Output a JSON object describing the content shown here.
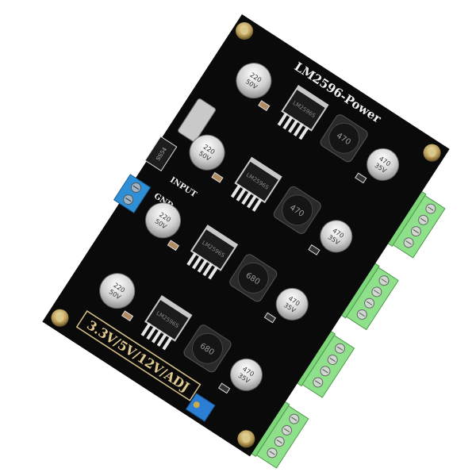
{
  "board": {
    "title": "LM2596-Power",
    "voltages": "3.3V/5V/12V/ADJ",
    "input_label": "INPUT",
    "gnd_label": "GND",
    "diode_label": "SS54",
    "colors": {
      "pcb": "#0a0a0a",
      "terminal_output": "#7ed67a",
      "terminal_input": "#2f8fd6",
      "trimmer": "#2a7fd4"
    }
  },
  "input_caps": [
    {
      "value": "220",
      "voltage": "50V"
    },
    {
      "value": "220",
      "voltage": "50V"
    },
    {
      "value": "220",
      "voltage": "50V"
    },
    {
      "value": "220",
      "voltage": "50V"
    }
  ],
  "output_caps": [
    {
      "value": "470",
      "voltage": "35V"
    },
    {
      "value": "470",
      "voltage": "35V"
    },
    {
      "value": "470",
      "voltage": "35V"
    },
    {
      "value": "470",
      "voltage": "35V"
    }
  ],
  "inductors": [
    "470",
    "470",
    "680",
    "680"
  ],
  "regulators": [
    "LM2596S",
    "LM2596S",
    "LM2596S",
    "LM2596S"
  ]
}
